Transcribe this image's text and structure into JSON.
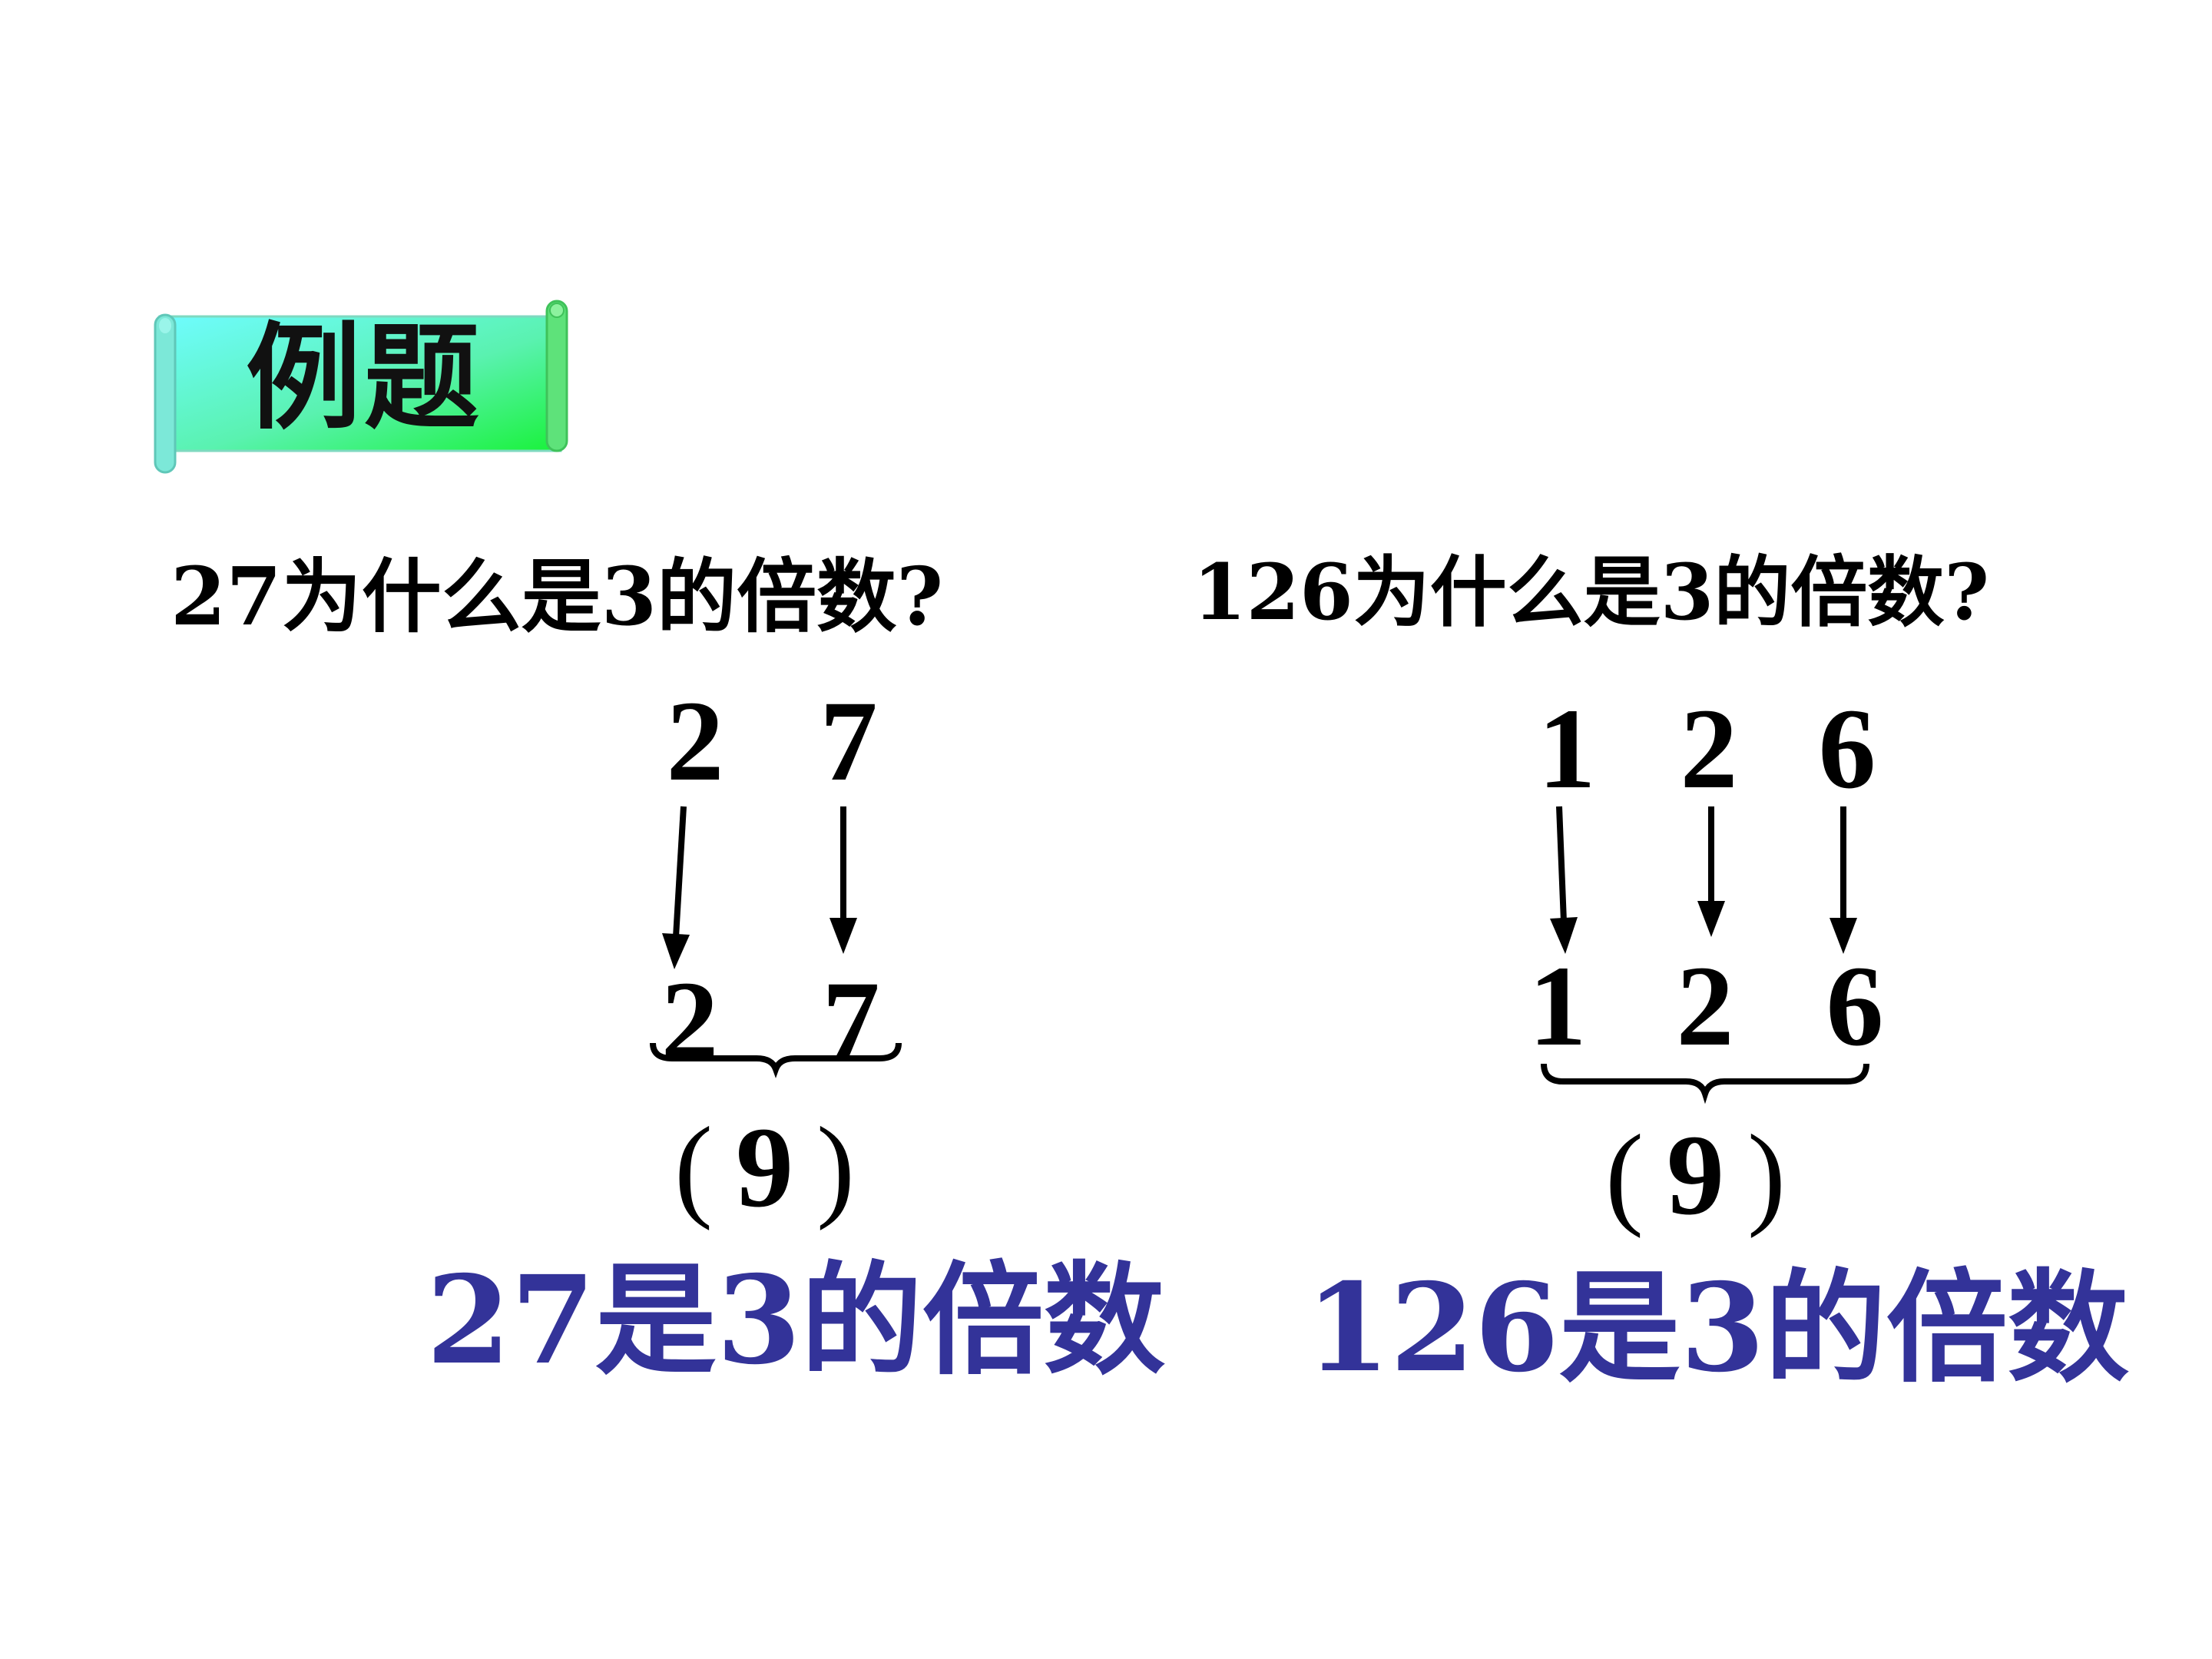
{
  "banner": {
    "title": "例题"
  },
  "left": {
    "question": "27为什么是3的倍数?",
    "top_digits": [
      "2",
      "7"
    ],
    "bottom_digits": [
      "2",
      "7"
    ],
    "sum": "9",
    "conclusion": "27是3的倍数"
  },
  "right": {
    "question": "126为什么是3的倍数?",
    "top_digits": [
      "1",
      "2",
      "6"
    ],
    "bottom_digits": [
      "1",
      "2",
      "6"
    ],
    "sum": "9",
    "conclusion": "126是3的倍数"
  },
  "paren_open": "(",
  "paren_close": ")",
  "colors": {
    "banner_left": "#66ffff",
    "banner_right": "#22ee44",
    "conclusion": "#333399",
    "text": "#000000"
  }
}
